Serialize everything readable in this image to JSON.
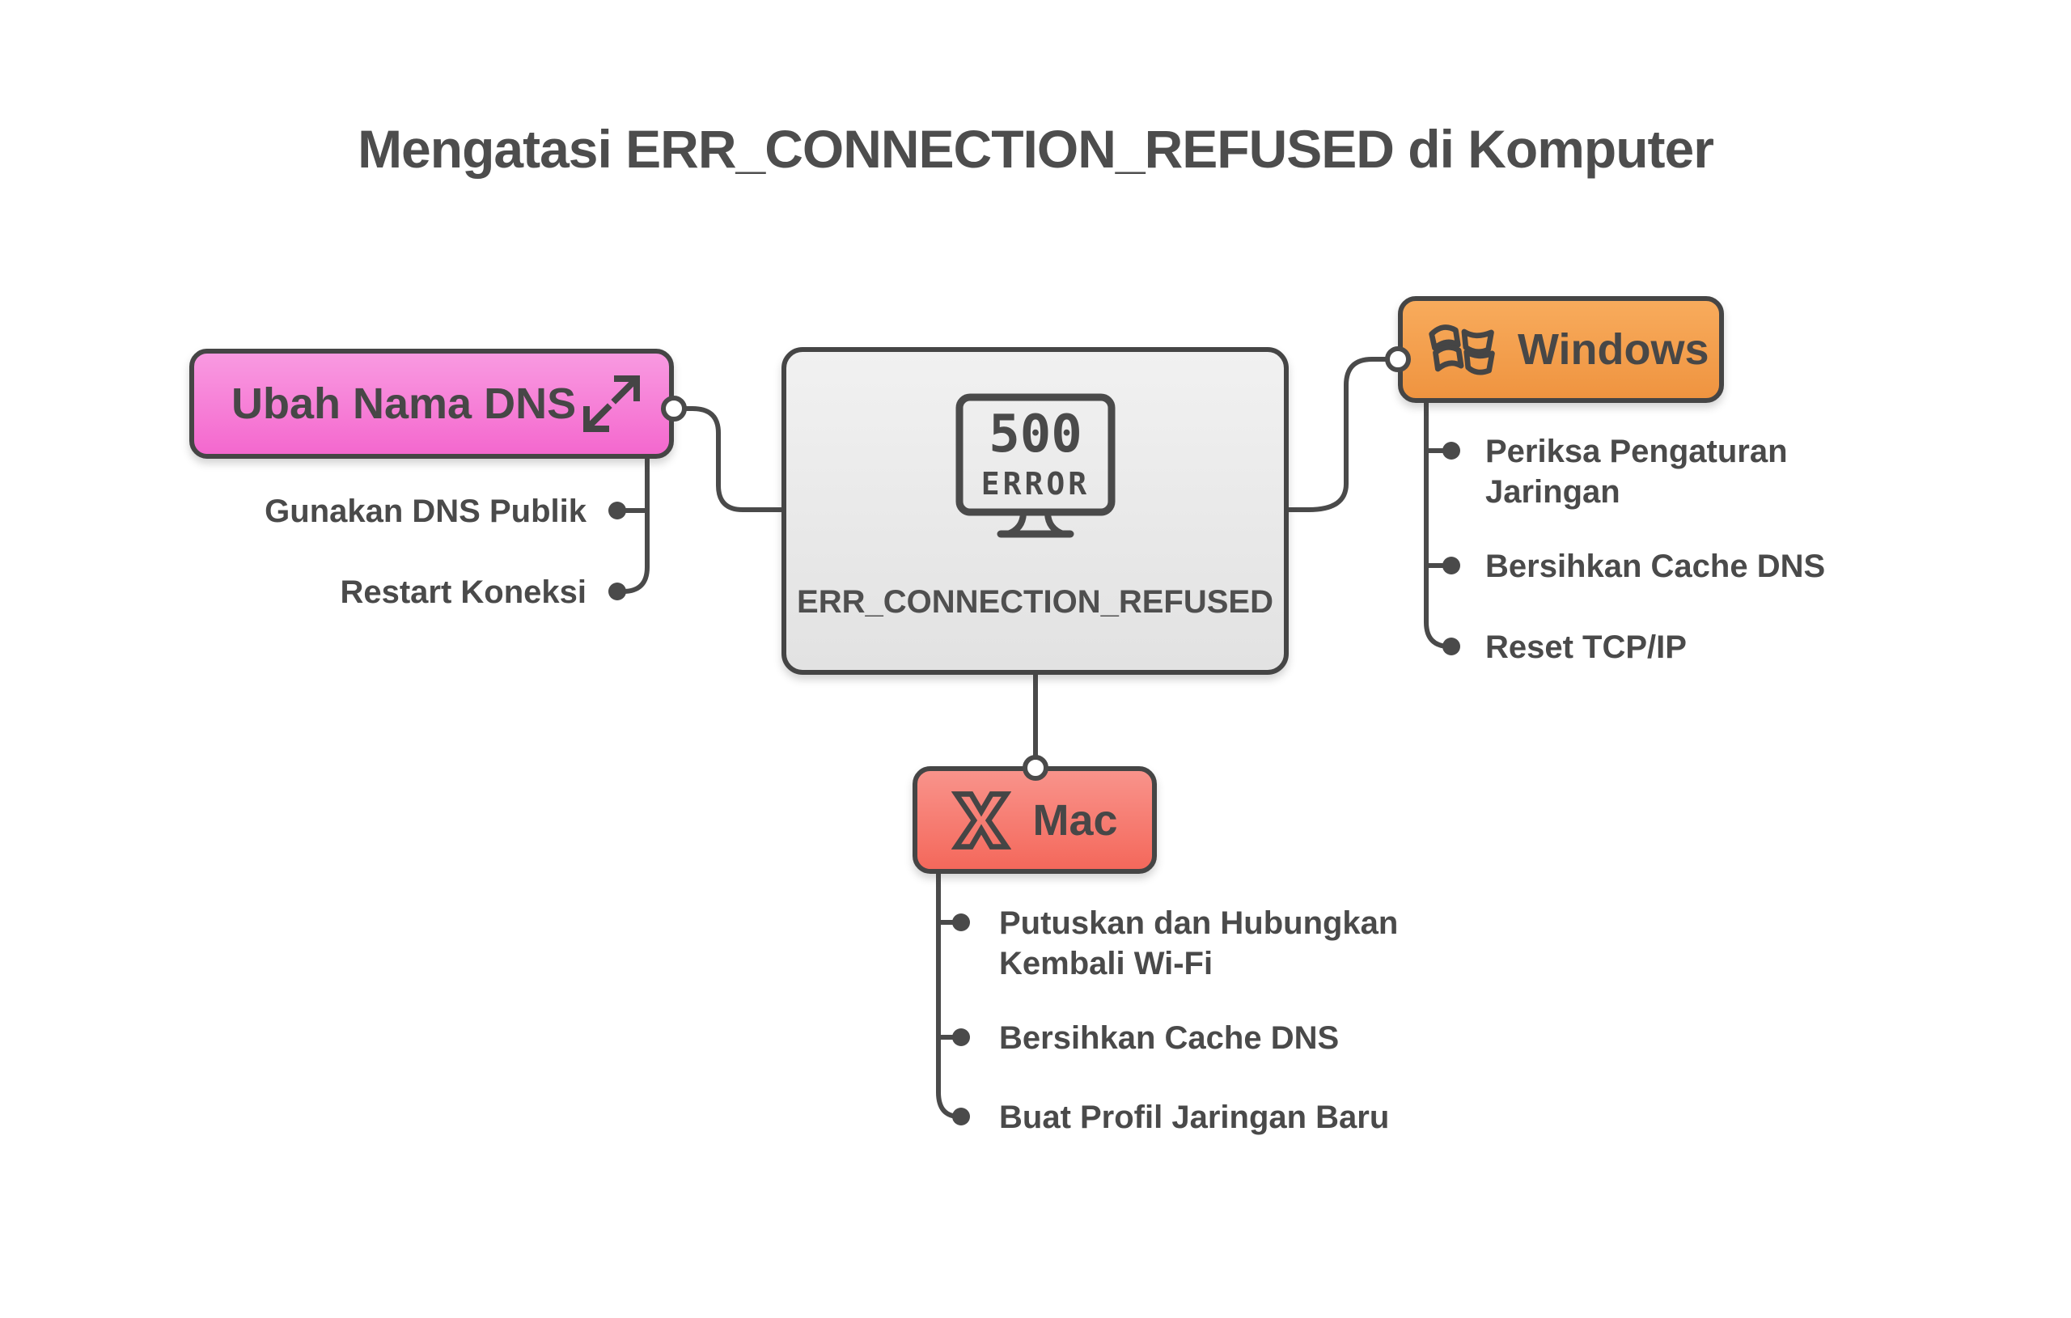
{
  "title": "Mengatasi ERR_CONNECTION_REFUSED di Komputer",
  "palette": {
    "text": "#4a4a4a",
    "line": "#4a4a4a",
    "node_border": "#454545",
    "pink_top": "#f99ae1",
    "pink_bottom": "#f468ce",
    "orange_top": "#f8ab5c",
    "orange_bottom": "#ef9440",
    "red_top": "#f9938b",
    "red_bottom": "#f4685b",
    "gray_top": "#f1f1f1",
    "gray_bottom": "#e2e2e2"
  },
  "center_node": {
    "label": "ERR_CONNECTION_REFUSED",
    "icon": "monitor-500-error-icon",
    "monitor_code": "500",
    "monitor_word": "ERROR"
  },
  "branches": [
    {
      "label": "Ubah Nama DNS",
      "icon": "expand-diagonal-arrows-icon",
      "items": [
        "Gunakan DNS Publik",
        "Restart Koneksi"
      ]
    },
    {
      "label": "Windows",
      "icon": "windows-logo-icon",
      "items": [
        "Periksa Pengaturan Jaringan",
        "Bersihkan Cache DNS",
        "Reset TCP/IP"
      ]
    },
    {
      "label": "Mac",
      "icon": "x-logo-icon",
      "items": [
        "Putuskan dan Hubungkan Kembali Wi-Fi",
        "Bersihkan Cache DNS",
        "Buat Profil Jaringan Baru"
      ]
    }
  ]
}
